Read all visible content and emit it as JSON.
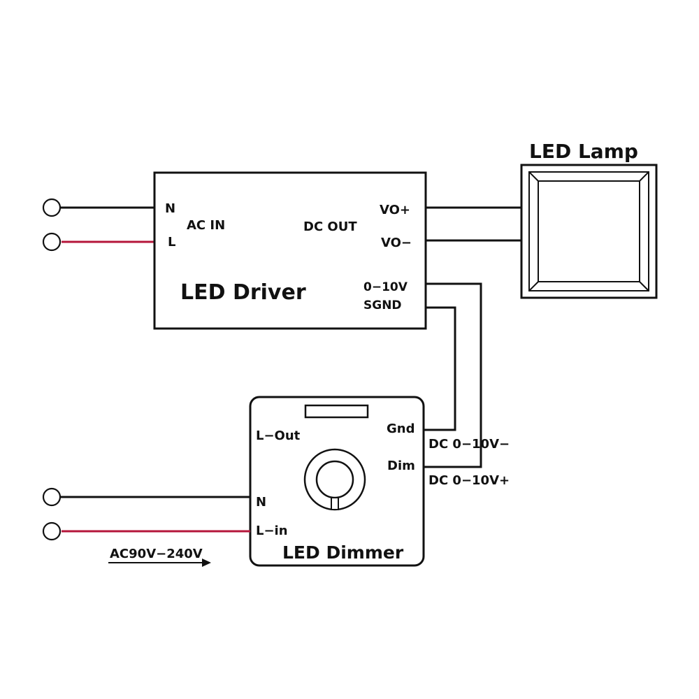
{
  "colors": {
    "line": "#111111",
    "live_wire": "#b5163a"
  },
  "driver": {
    "title": "LED Driver",
    "n": "N",
    "l": "L",
    "ac_in": "AC IN",
    "dc_out": "DC OUT",
    "vo_plus": "VO+",
    "vo_minus": "VO−",
    "dim_0_10v": "0−10V",
    "sgnd": "SGND"
  },
  "lamp": {
    "title": "LED Lamp"
  },
  "dimmer": {
    "title": "LED Dimmer",
    "l_out": "L−Out",
    "gnd": "Gnd",
    "dim": "Dim",
    "n": "N",
    "l_in": "L−in"
  },
  "signals": {
    "minus": "DC 0−10V−",
    "plus": "DC 0−10V+"
  },
  "supply": {
    "label": "AC90V−240V"
  },
  "icons": [
    "terminal-icon",
    "arrow-right-icon",
    "dimmer-knob-icon",
    "lamp-panel-icon"
  ]
}
